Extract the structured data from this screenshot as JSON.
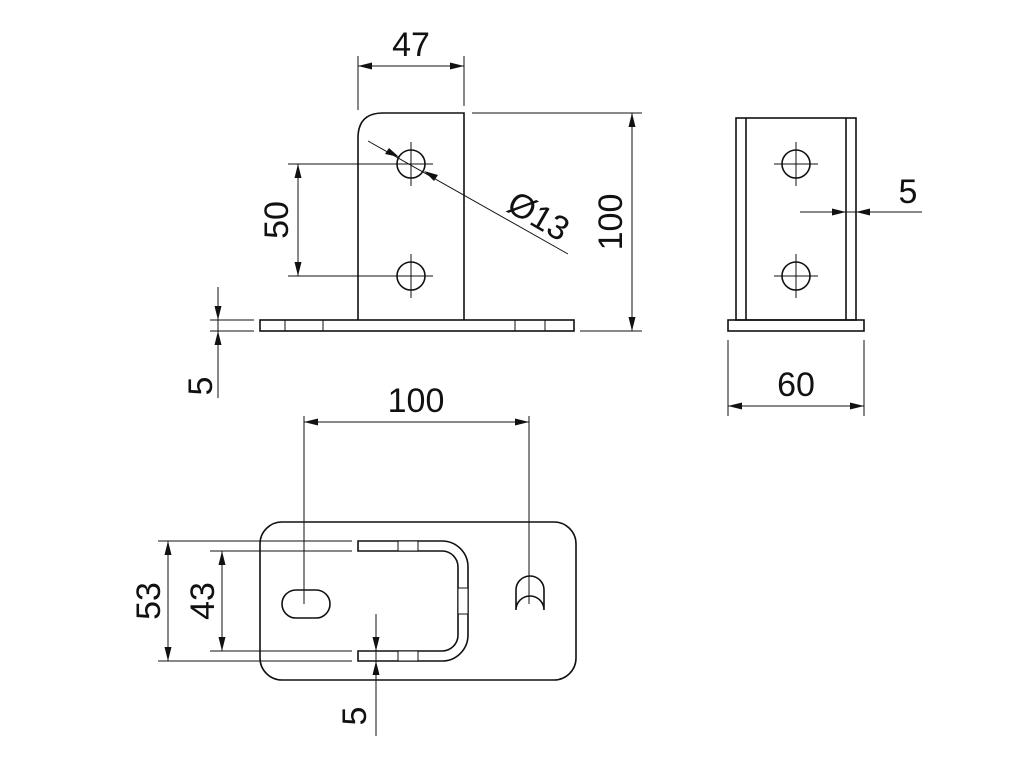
{
  "front_view": {
    "width_label": "47",
    "hole_spacing_label": "50",
    "hole_diameter_label": "Ø13",
    "height_label": "100",
    "base_thickness_label": "5"
  },
  "side_view": {
    "wall_thickness_label": "5",
    "width_label": "60"
  },
  "top_view": {
    "slot_spacing_label": "100",
    "outer_width_label": "53",
    "inner_width_label": "43",
    "wall_thickness_label": "5"
  }
}
